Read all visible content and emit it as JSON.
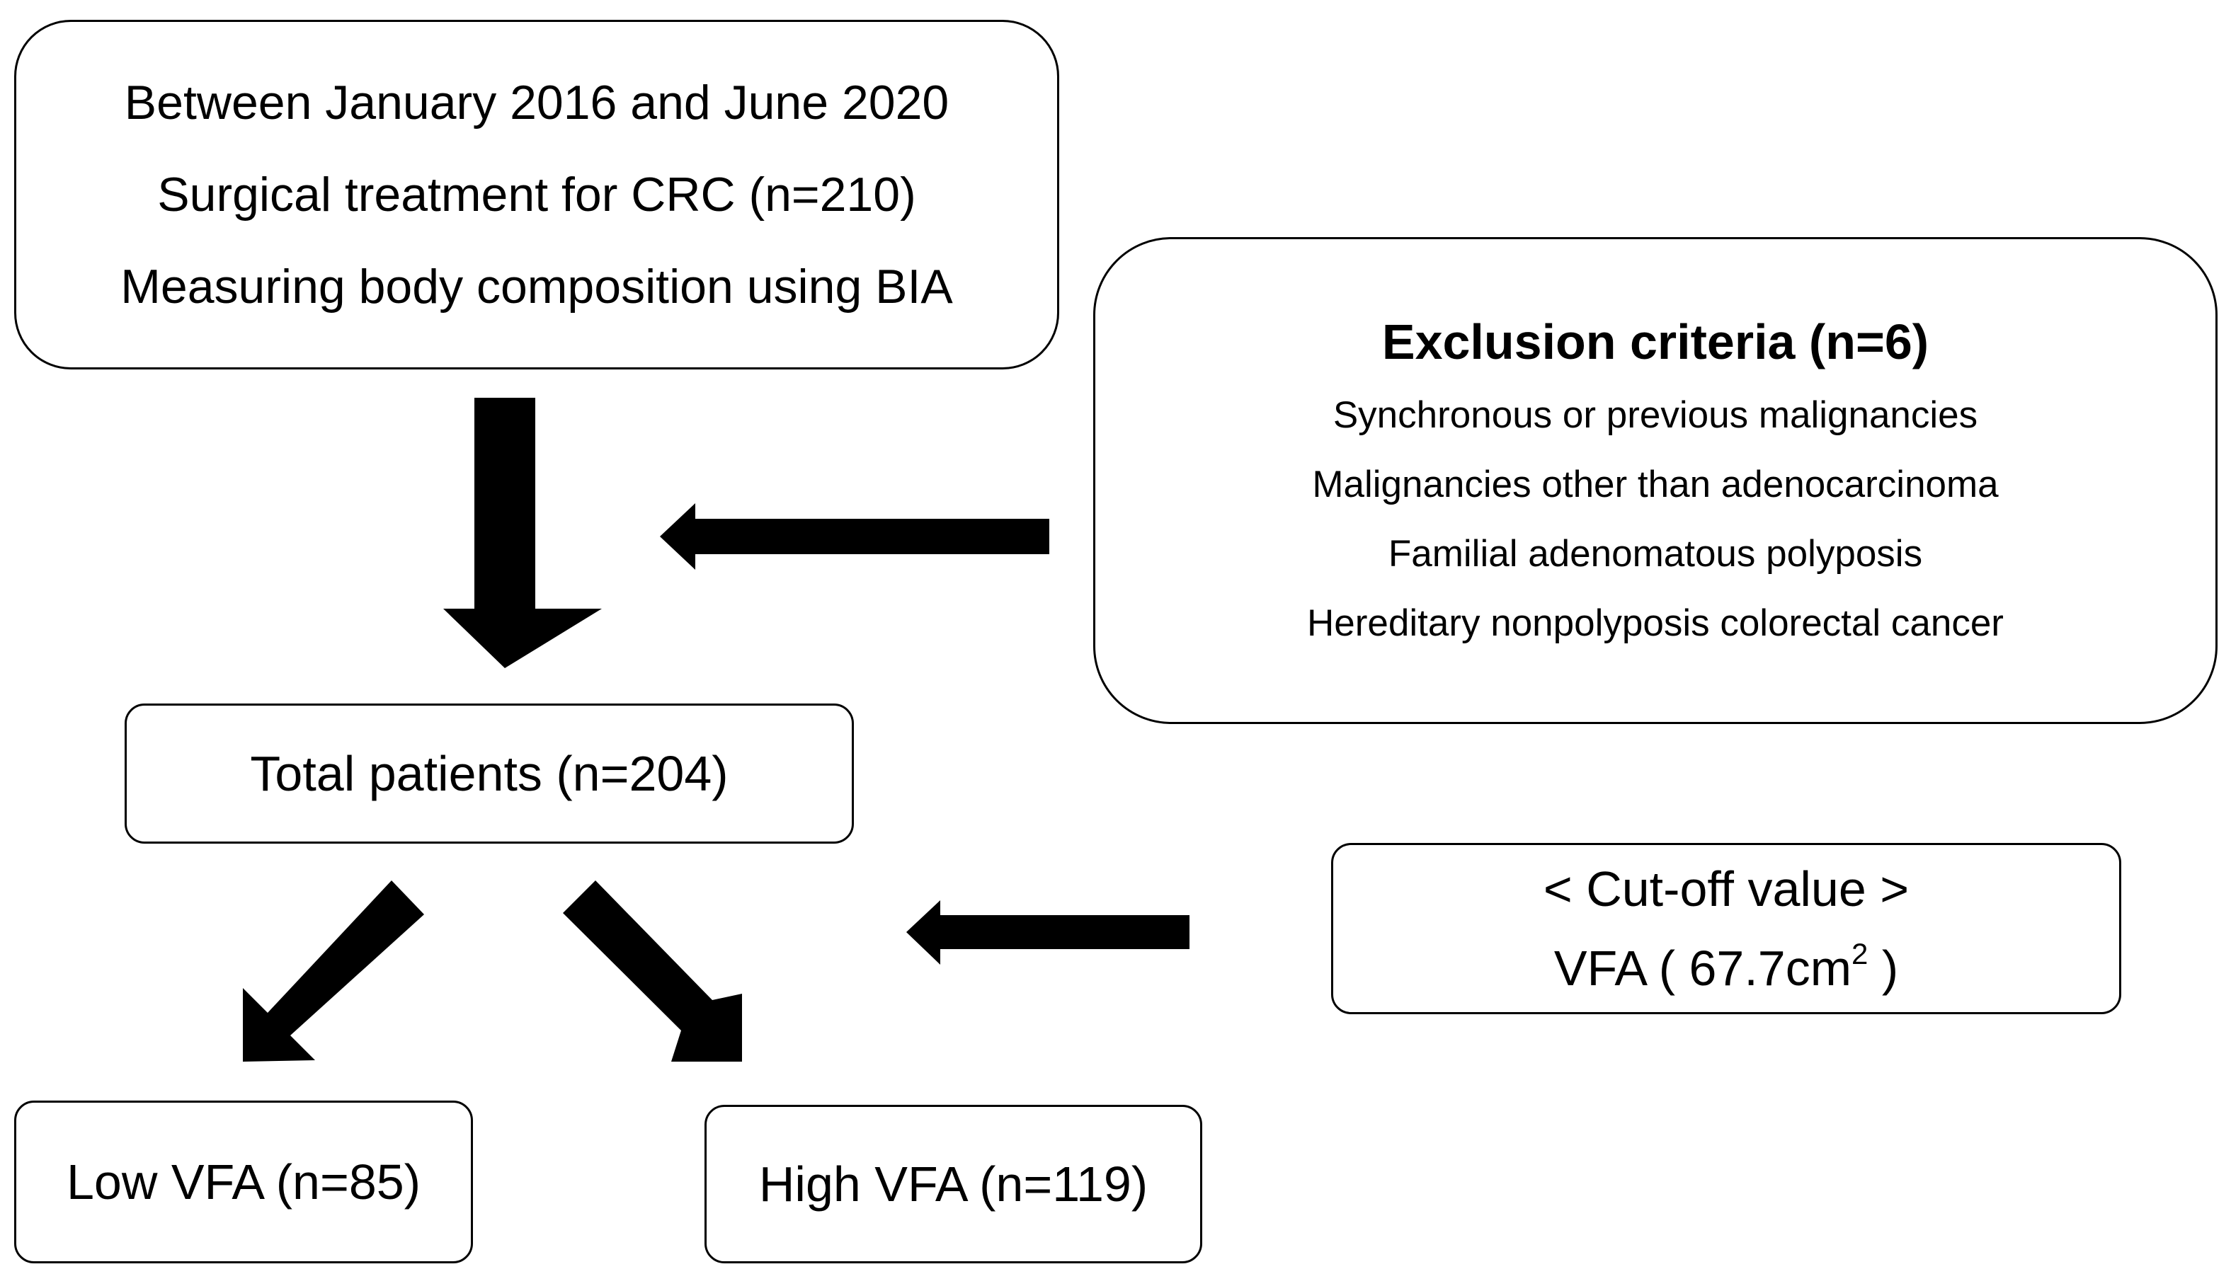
{
  "study_box": {
    "line1": "Between January 2016 and June 2020",
    "line2": "Surgical treatment for CRC (n=210)",
    "line3": "Measuring body composition using BIA"
  },
  "exclusion_box": {
    "title": "Exclusion criteria (n=6)",
    "items": [
      "Synchronous or previous malignancies",
      "Malignancies other than adenocarcinoma",
      "Familial adenomatous polyposis",
      "Hereditary nonpolyposis colorectal cancer"
    ]
  },
  "total_box": {
    "label": "Total patients (n=204)"
  },
  "cutoff_box": {
    "heading": "< Cut-off value >",
    "value_prefix": "VFA ( 67.7cm",
    "value_superscript": "2",
    "value_suffix": " )"
  },
  "low_box": {
    "label": "Low VFA (n=85)"
  },
  "high_box": {
    "label": "High VFA (n=119)"
  },
  "colors": {
    "arrow": "#000000",
    "border": "#000000",
    "background": "#ffffff"
  }
}
